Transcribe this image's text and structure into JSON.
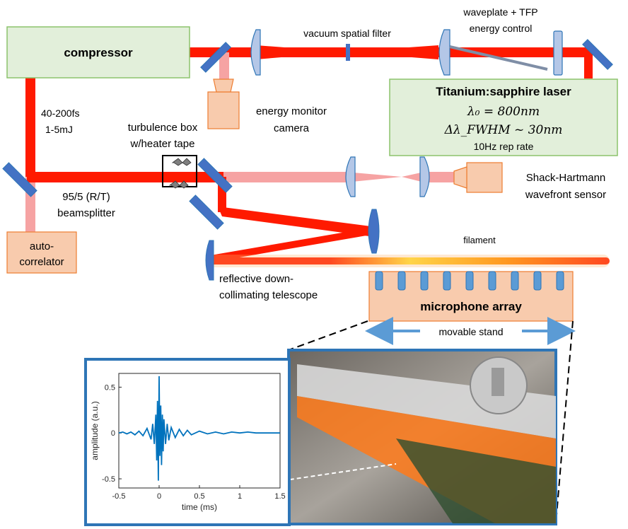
{
  "labels": {
    "compressor": "compressor",
    "vacuum_filter": "vacuum spatial filter",
    "waveplate_line1": "waveplate + TFP",
    "waveplate_line2": "energy control",
    "laser_title": "Titanium:sapphire laser",
    "laser_lambda": "λ₀ = 800nm",
    "laser_bandwidth": "Δλ_FWHM ~ 30nm",
    "laser_rep": "10Hz rep rate",
    "pulse_duration": "40-200fs",
    "pulse_energy": "1-5mJ",
    "energy_monitor_line1": "energy monitor",
    "energy_monitor_line2": "camera",
    "turbulence_line1": "turbulence box",
    "turbulence_line2": "w/heater tape",
    "beamsplitter_line1": "95/5 (R/T)",
    "beamsplitter_line2": "beamsplitter",
    "shack_line1": "Shack-Hartmann",
    "shack_line2": "wavefront sensor",
    "autocorr_line1": "auto-",
    "autocorr_line2": "correlator",
    "filament": "filament",
    "telescope_line1": "reflective down-",
    "telescope_line2": "collimating telescope",
    "mic_array": "microphone array",
    "movable_stand": "movable stand"
  },
  "chart_data": {
    "type": "line",
    "xlabel": "time (ms)",
    "ylabel": "amplitude (a.u.)",
    "xlim": [
      -0.5,
      1.5
    ],
    "ylim": [
      -0.6,
      0.65
    ],
    "xticks": [
      "-0.5",
      "0",
      "0.5",
      "1",
      "1.5"
    ],
    "yticks": [
      "-0.5",
      "0",
      "0.5"
    ],
    "series": [
      {
        "color": "#0072bd",
        "x": [
          -0.5,
          -0.45,
          -0.4,
          -0.35,
          -0.3,
          -0.25,
          -0.2,
          -0.15,
          -0.1,
          -0.08,
          -0.06,
          -0.04,
          -0.03,
          -0.02,
          -0.01,
          0,
          0.01,
          0.02,
          0.03,
          0.04,
          0.05,
          0.06,
          0.08,
          0.1,
          0.12,
          0.15,
          0.2,
          0.25,
          0.3,
          0.35,
          0.4,
          0.5,
          0.6,
          0.7,
          0.8,
          0.9,
          1.0,
          1.1,
          1.2,
          1.3,
          1.4,
          1.5
        ],
        "y": [
          0,
          0.01,
          -0.01,
          0.01,
          -0.02,
          0.02,
          -0.03,
          0.05,
          -0.07,
          0.1,
          -0.12,
          0.2,
          -0.3,
          0.35,
          -0.52,
          0.62,
          -0.25,
          0.3,
          -0.35,
          0.2,
          -0.2,
          0.15,
          -0.12,
          0.1,
          -0.08,
          0.06,
          -0.05,
          0.04,
          -0.03,
          0.03,
          -0.02,
          0.02,
          -0.01,
          0.01,
          -0.01,
          0.01,
          0,
          0.01,
          0,
          0,
          0,
          0
        ]
      }
    ]
  },
  "colors": {
    "beam": "#ff1a00",
    "beam_weak": "#f6a3a3",
    "green_box": "#e2efda",
    "green_border": "#8cc36c",
    "orange_box": "#f8cbad",
    "orange_border": "#ed7d31",
    "optic": "#b4c7e7",
    "optic_border": "#2e75b6",
    "mirror": "#4472c4",
    "arrow": "#5b9bd5",
    "photo_frame": "#2e75b6"
  },
  "photo_caption": ""
}
